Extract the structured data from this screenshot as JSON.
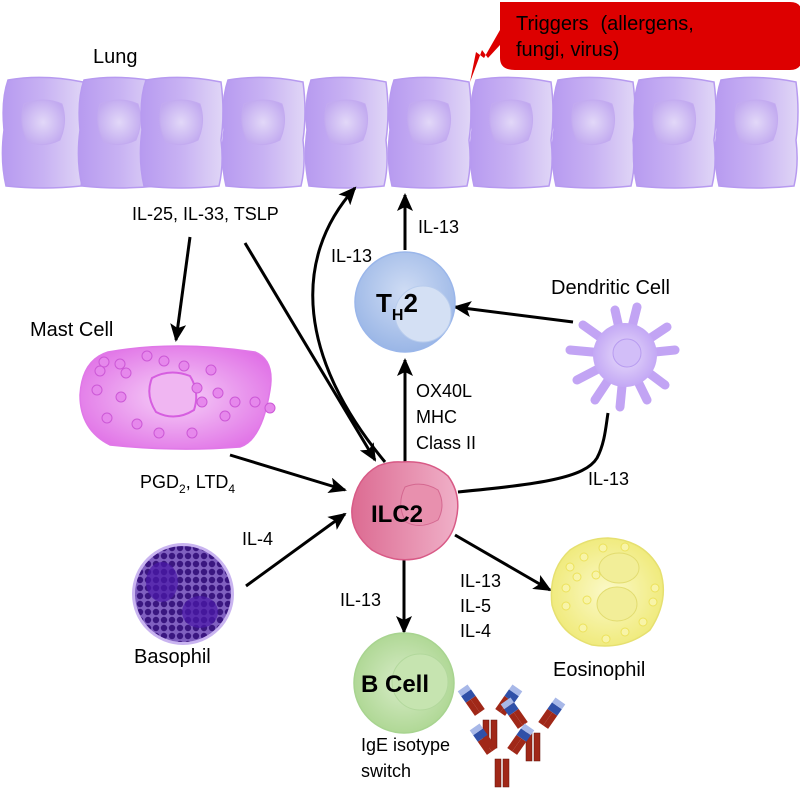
{
  "tissue": {
    "label": "Lung",
    "epithelial_cell_count": 10
  },
  "triggers": {
    "title": "Triggers",
    "detail_line1": "(allergens,",
    "detail_line2": "fungi, virus)",
    "color": "#dd0000"
  },
  "cytokines": {
    "epithelial": "IL-25, IL-33, TSLP",
    "ilc2_to_lung": "IL-13",
    "th2_to_lung": "IL-13",
    "ilc2_to_th2_line1": "OX40L",
    "ilc2_to_th2_line2": "MHC",
    "ilc2_to_th2_line3": "Class II",
    "dc_ilc2": "IL-13",
    "mast_main": "PGD",
    "mast_sub1": "2",
    "mast_sep": ", LTD",
    "mast_sub2": "4",
    "basophil": "IL-4",
    "ilc2_to_bcell": "IL-13",
    "ilc2_to_eos_line1": "IL-13",
    "ilc2_to_eos_line2": "IL-5",
    "ilc2_to_eos_line3": "IL-4"
  },
  "cells": {
    "mast": {
      "label": "Mast Cell",
      "color": "#e070e8"
    },
    "th2": {
      "label_main": "T",
      "label_sub": "H",
      "label_tail": "2",
      "color": "#a8c4ec"
    },
    "dendritic": {
      "label": "Dendritic Cell",
      "color": "#c4a8f4"
    },
    "ilc2": {
      "label": "ILC2",
      "color": "#e27a9c"
    },
    "basophil": {
      "label": "Basophil",
      "color": "#5a2a9a"
    },
    "bcell": {
      "label": "B Cell",
      "note_line1": "IgE isotype",
      "note_line2": "switch",
      "color": "#b6dc9c"
    },
    "eosinophil": {
      "label": "Eosinophil",
      "color": "#f4f08a"
    }
  },
  "colors": {
    "epithelium": "#c4a8f2",
    "arrow": "#000000",
    "antibody_heavy": "#a02818",
    "antibody_light": "#3050a8"
  }
}
